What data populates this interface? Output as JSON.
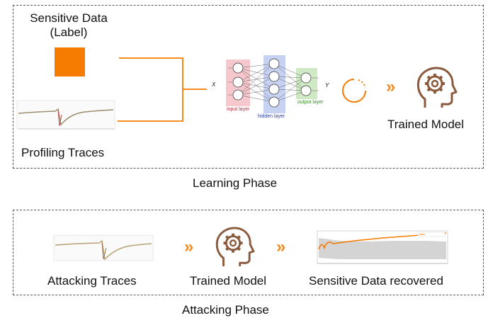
{
  "learning": {
    "sensitive_data_label": "Sensitive Data",
    "sensitive_data_sub": "(Label)",
    "profiling_traces_label": "Profiling Traces",
    "trained_model_label": "Trained Model",
    "phase_caption": "Learning Phase",
    "nn": {
      "input_label": "input layer",
      "hidden_label": "hidden layer",
      "output_label": "output layer",
      "x_label": "X",
      "y_label": "Y"
    }
  },
  "attacking": {
    "attacking_traces_label": "Attacking Traces",
    "trained_model_label": "Trained Model",
    "recovered_label": "Sensitive Data recovered",
    "phase_caption": "Attacking Phase"
  },
  "chevron_symbol": "»",
  "colors": {
    "accent_orange": "#f57c00",
    "model_brown": "#8b5a3c",
    "frame_gray": "#555555"
  },
  "icons": [
    "data-square-icon",
    "trace-plot-icon",
    "neural-network-icon",
    "loop-arrow-icon",
    "chevron-icon",
    "head-gear-icon",
    "rank-plot-icon"
  ]
}
